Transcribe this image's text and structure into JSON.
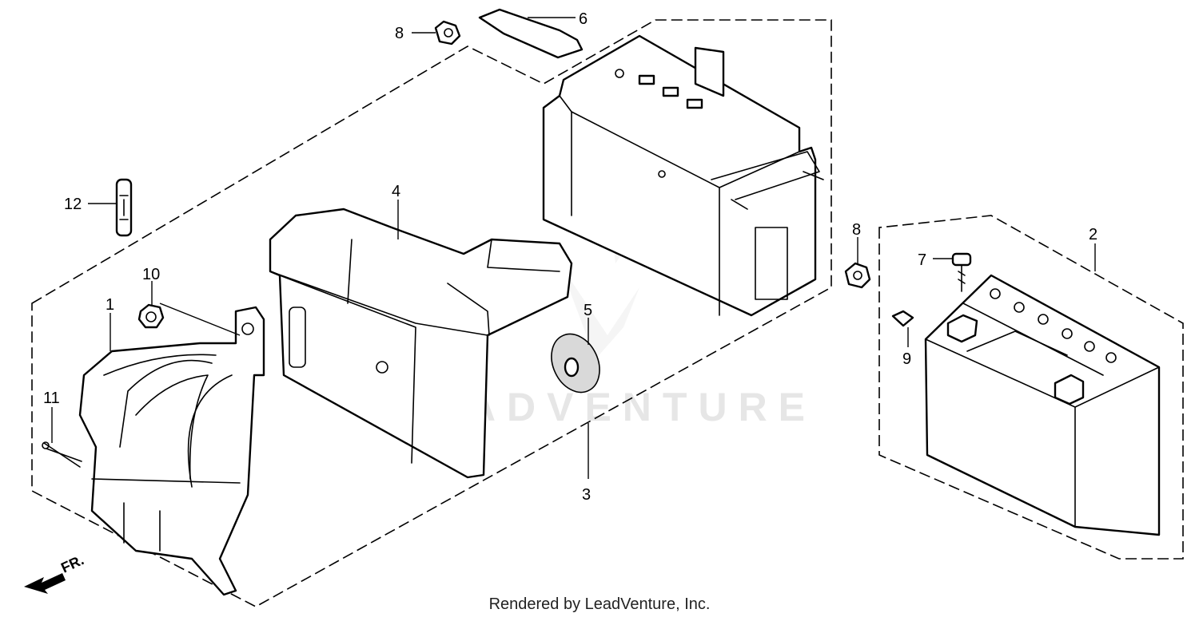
{
  "watermark": "LEADVENTURE",
  "footer": "Rendered by LeadVenture, Inc.",
  "direction_label": "FR.",
  "callouts": {
    "c1": "1",
    "c2": "2",
    "c3": "3",
    "c4": "4",
    "c5": "5",
    "c6": "6",
    "c7": "7",
    "c8a": "8",
    "c8b": "8",
    "c9": "9",
    "c10": "10",
    "c11": "11",
    "c12": "12"
  }
}
